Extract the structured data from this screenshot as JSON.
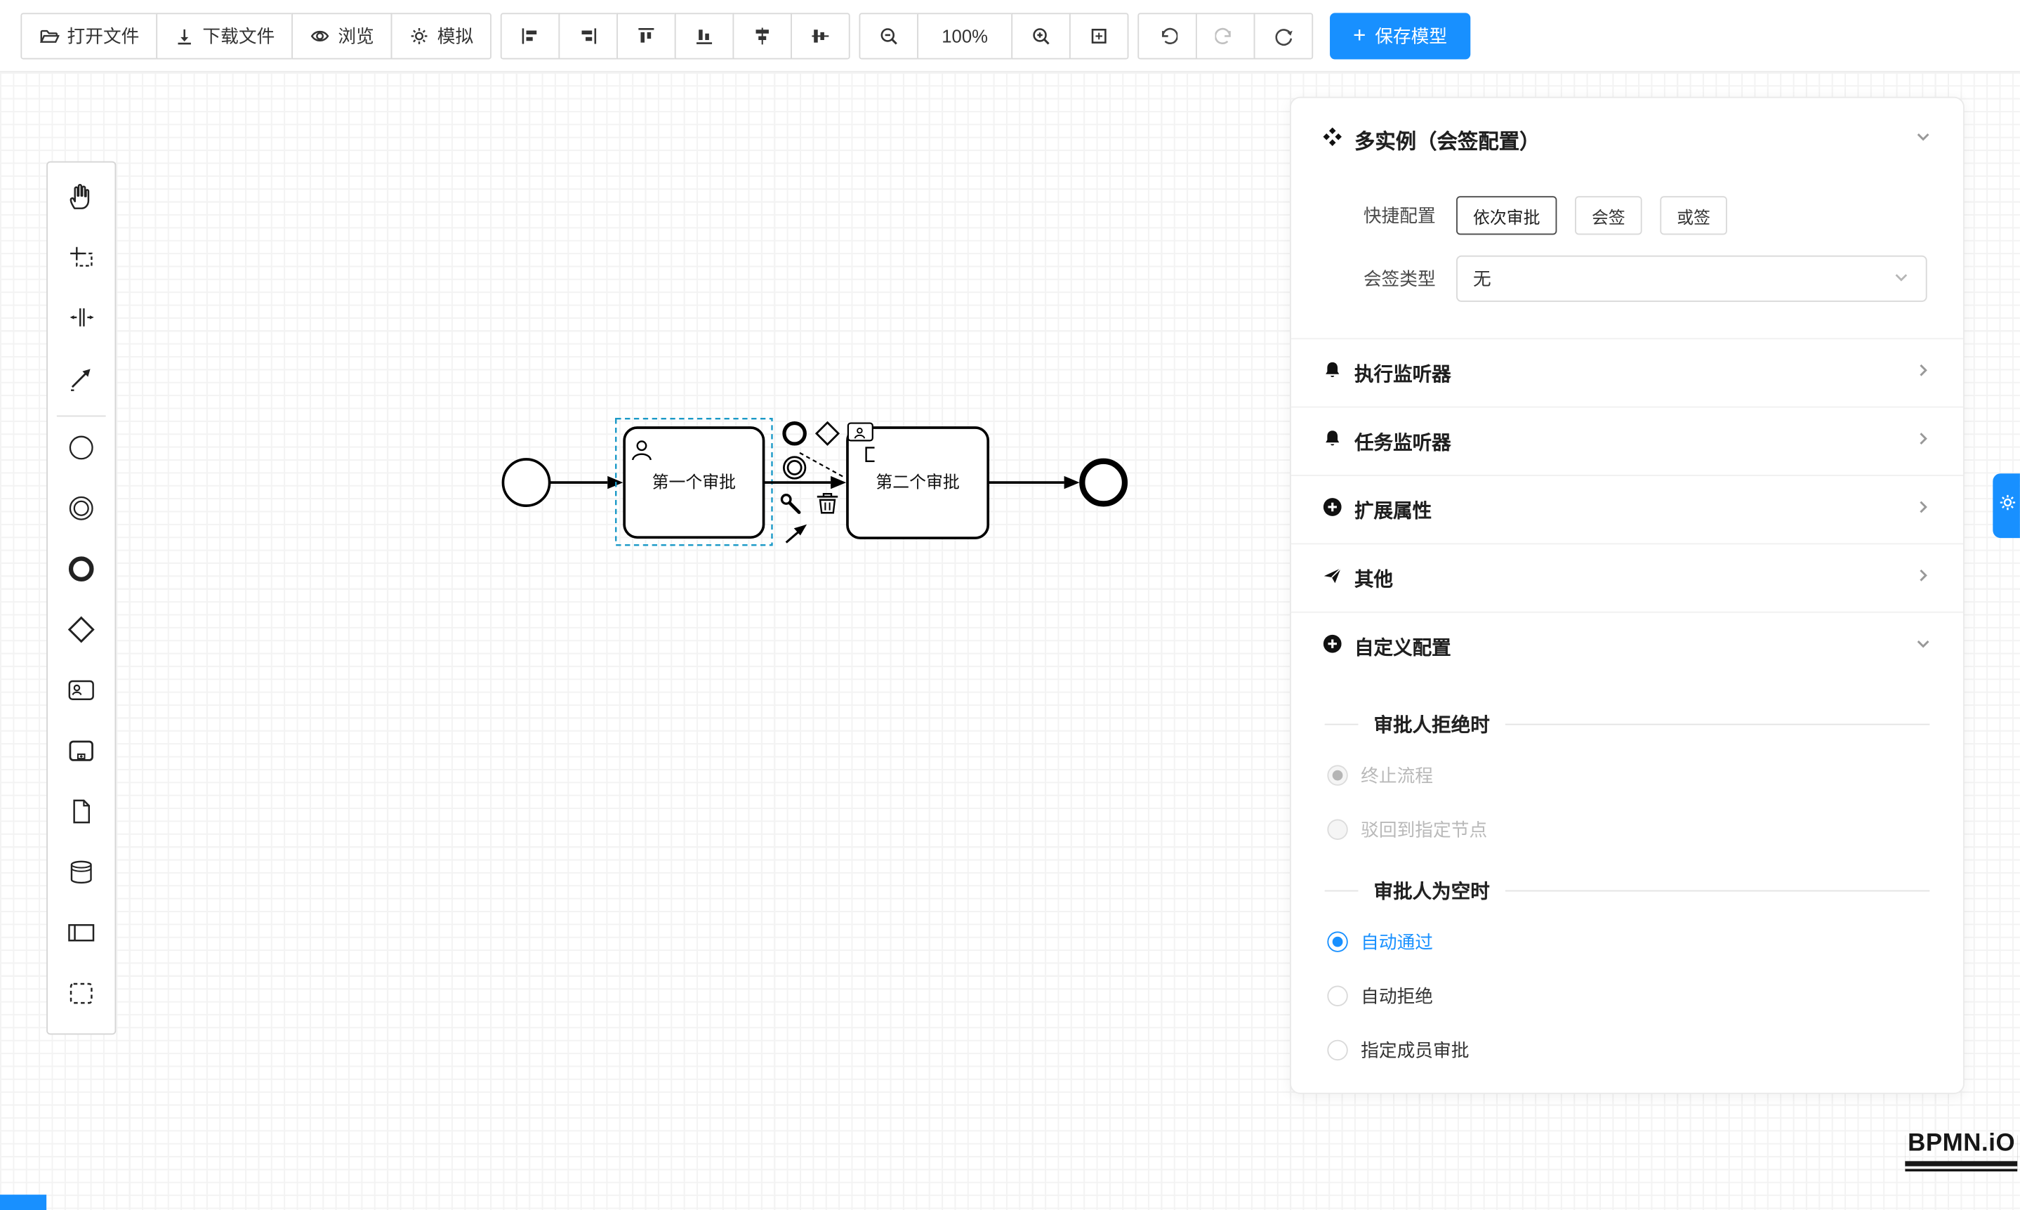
{
  "toolbar": {
    "open_label": "打开文件",
    "download_label": "下载文件",
    "preview_label": "浏览",
    "simulate_label": "模拟",
    "zoom_level": "100%",
    "save_label": "保存模型",
    "save_plus": "+"
  },
  "panel": {
    "title": "多实例（会签配置）",
    "quick_config_label": "快捷配置",
    "quick_options": [
      {
        "label": "依次审批",
        "active": true
      },
      {
        "label": "会签",
        "active": false
      },
      {
        "label": "或签",
        "active": false
      }
    ],
    "sign_type_label": "会签类型",
    "sign_type_value": "无",
    "sections": [
      {
        "label": "执行监听器",
        "icon": "bell-icon"
      },
      {
        "label": "任务监听器",
        "icon": "bell-icon"
      },
      {
        "label": "扩展属性",
        "icon": "plus-circle-icon"
      },
      {
        "label": "其他",
        "icon": "send-icon"
      },
      {
        "label": "自定义配置",
        "icon": "plus-circle-icon",
        "expanded": true
      }
    ],
    "custom": {
      "reject_title": "审批人拒绝时",
      "reject_options": [
        {
          "label": "终止流程",
          "checked": true,
          "disabled": true
        },
        {
          "label": "驳回到指定节点",
          "checked": false,
          "disabled": true
        }
      ],
      "empty_title": "审批人为空时",
      "empty_options": [
        {
          "label": "自动通过",
          "checked": true,
          "accent": true
        },
        {
          "label": "自动拒绝",
          "checked": false
        },
        {
          "label": "指定成员审批",
          "checked": false
        }
      ]
    }
  },
  "diagram": {
    "task1_label": "第一个审批",
    "task2_label": "第二个审批"
  },
  "logo_text": "BPMN.iO",
  "icons": {
    "gear_tab": "⚙"
  },
  "colors": {
    "accent": "#1890ff",
    "selection": "#1a99c7"
  }
}
